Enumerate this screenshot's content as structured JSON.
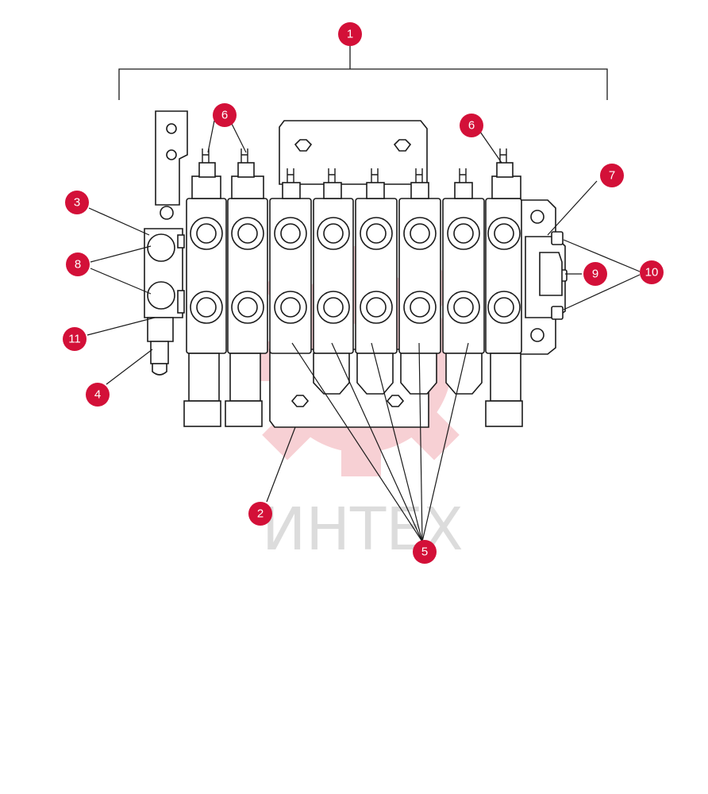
{
  "watermark": {
    "text": "ИНТЕХ"
  },
  "colors": {
    "callout": "#d31038",
    "line": "#1a1a1a",
    "watermark_red": "#f7d0d4",
    "watermark_grey": "#dcdcdc"
  },
  "callouts": [
    {
      "id": "c1",
      "label": "1"
    },
    {
      "id": "c2",
      "label": "2"
    },
    {
      "id": "c3",
      "label": "3"
    },
    {
      "id": "c4",
      "label": "4"
    },
    {
      "id": "c5",
      "label": "5"
    },
    {
      "id": "c6a",
      "label": "6"
    },
    {
      "id": "c6b",
      "label": "6"
    },
    {
      "id": "c7",
      "label": "7"
    },
    {
      "id": "c8",
      "label": "8"
    },
    {
      "id": "c9",
      "label": "9"
    },
    {
      "id": "c10",
      "label": "10"
    },
    {
      "id": "c11",
      "label": "11"
    }
  ]
}
